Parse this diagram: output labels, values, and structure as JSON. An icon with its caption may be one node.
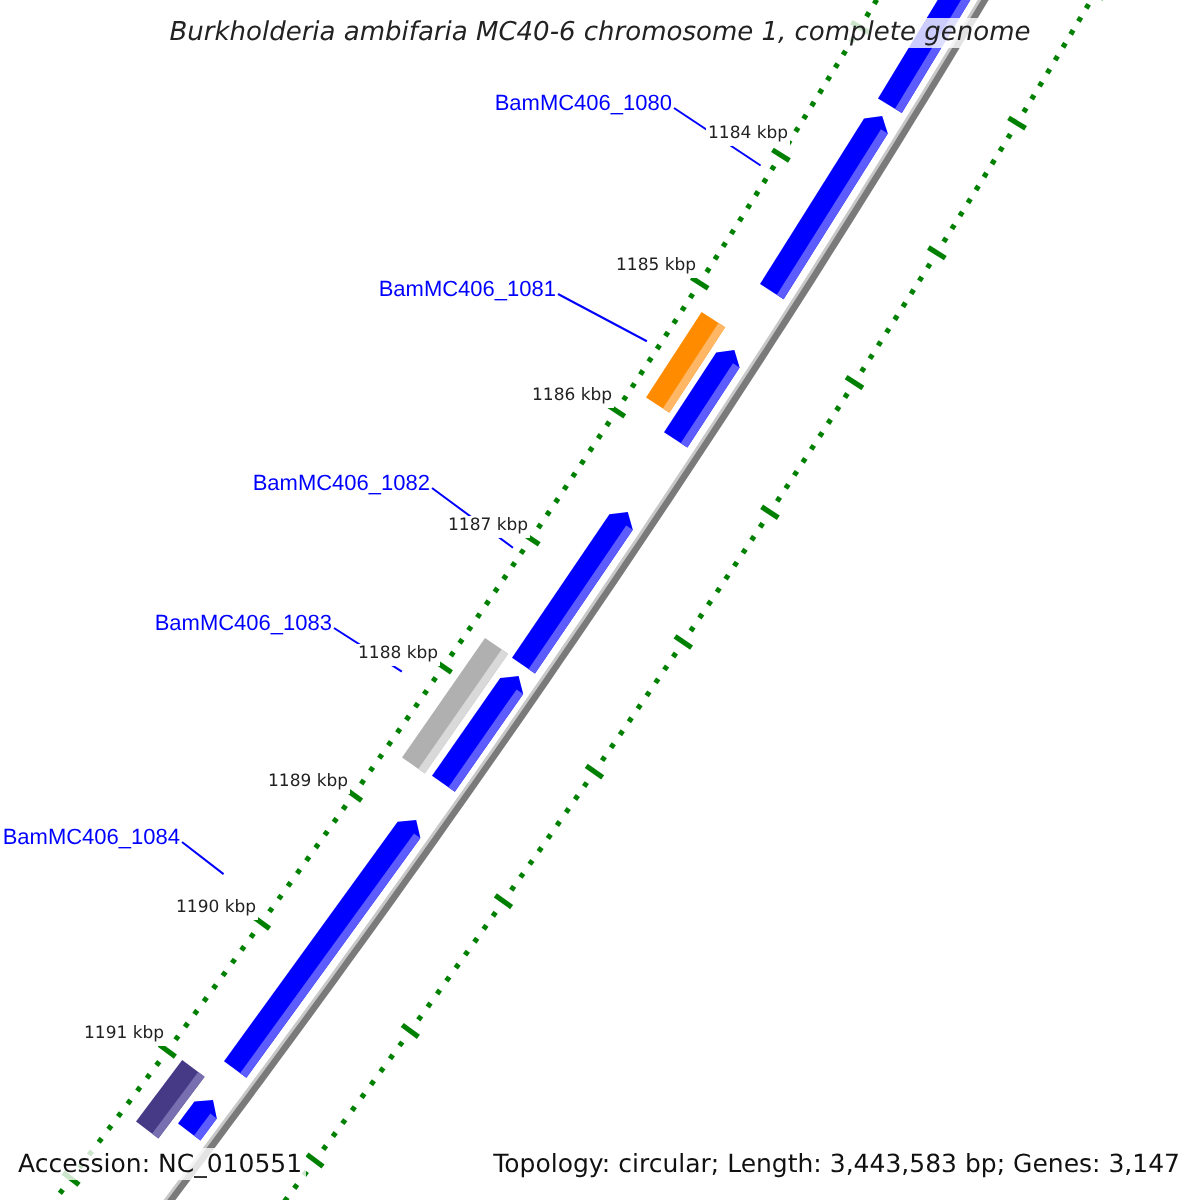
{
  "diagram": {
    "title": "Burkholderia ambifaria MC40-6 chromosome 1, complete genome",
    "nodes": [
      {
        "text": [
          "BamMC406_1080"
        ]
      },
      {
        "text": [
          "BamMC406_1081"
        ]
      },
      {
        "text": [
          "BamMC406_1082"
        ]
      },
      {
        "text": [
          "BamMC406_1083"
        ]
      },
      {
        "text": [
          "BamMC406_1084"
        ]
      },
      {
        "text": [],
        "shape": "bar"
      },
      {
        "text": [],
        "shape": "bar"
      },
      {
        "text": [],
        "shape": "bar"
      },
      {
        "text": [],
        "shape": "bar"
      },
      {
        "text": [],
        "shape": "bar"
      },
      {
        "text": [],
        "shape": "bar"
      },
      {
        "text": [],
        "shape": "bar"
      },
      {
        "text": [],
        "shape": "bar"
      },
      {
        "text": [],
        "shape": "bar"
      },
      {
        "text": [],
        "shape": "bar"
      }
    ],
    "edges": [
      {
        "from": 0,
        "to": 6,
        "arrow": "none"
      },
      {
        "from": 1,
        "to": 7,
        "arrow": "none"
      },
      {
        "from": 2,
        "to": 9,
        "arrow": "none"
      },
      {
        "from": 3,
        "to": 10,
        "arrow": "none"
      },
      {
        "from": 4,
        "to": 12,
        "arrow": "none"
      }
    ],
    "labels": [
      "1184 kbp",
      "1185 kbp",
      "1186 kbp",
      "1187 kbp",
      "1188 kbp",
      "1189 kbp",
      "1190 kbp",
      "1191 kbp",
      "Accession: NC_010551",
      "Topology: circular; Length: 3,443,583 bp; Genes: 3,147"
    ]
  }
}
